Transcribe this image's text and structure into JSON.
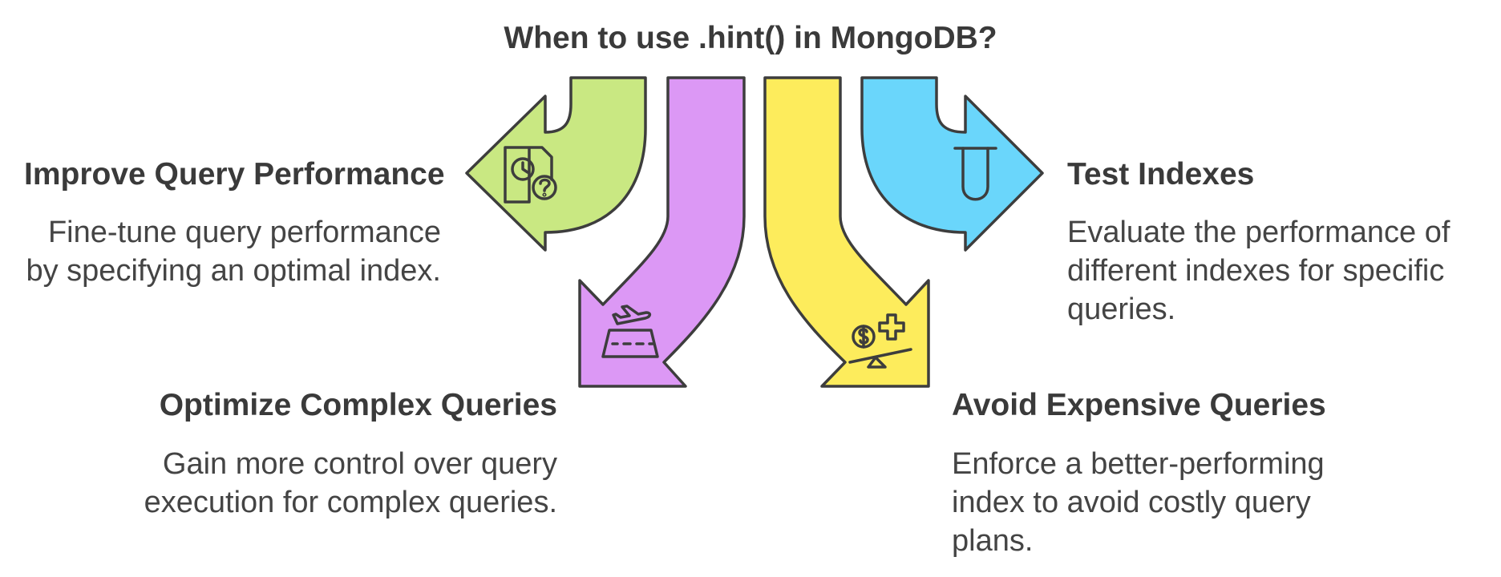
{
  "title": "When to use .hint() in MongoDB?",
  "colors": {
    "green": "#c9e882",
    "purple": "#dc98f5",
    "yellow": "#fdec5c",
    "blue": "#6ad6fb",
    "outline": "#3d3d3d"
  },
  "items": [
    {
      "heading": "Improve Query Performance",
      "description": "Fine-tune query performance by specifying an optimal index.",
      "icon": "document-clock-question-icon"
    },
    {
      "heading": "Optimize Complex Queries",
      "description": "Gain more control over query execution for complex queries.",
      "icon": "airplane-landing-icon"
    },
    {
      "heading": "Avoid Expensive Queries",
      "description": "Enforce a better-performing index to avoid costly query plans.",
      "icon": "cost-balance-icon"
    },
    {
      "heading": "Test Indexes",
      "description": "Evaluate the performance of different indexes for specific queries.",
      "icon": "test-tube-icon"
    }
  ]
}
